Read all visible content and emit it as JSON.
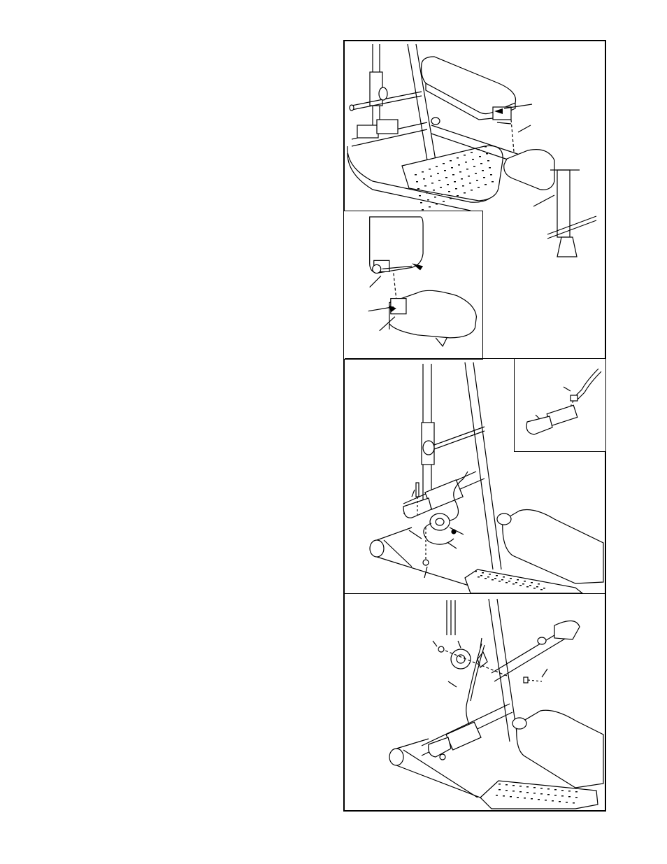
{
  "document": {
    "type": "assembly-instructions-figures",
    "figures": [
      {
        "id": "figure-1",
        "description_visible": false
      },
      {
        "id": "figure-2",
        "description_visible": false
      },
      {
        "id": "figure-3",
        "description_visible": false
      },
      {
        "id": "figure-4",
        "description_visible": false
      }
    ]
  },
  "colors": {
    "line": "#000000",
    "paper": "#ffffff",
    "light_fill": "#f2f2f2"
  }
}
